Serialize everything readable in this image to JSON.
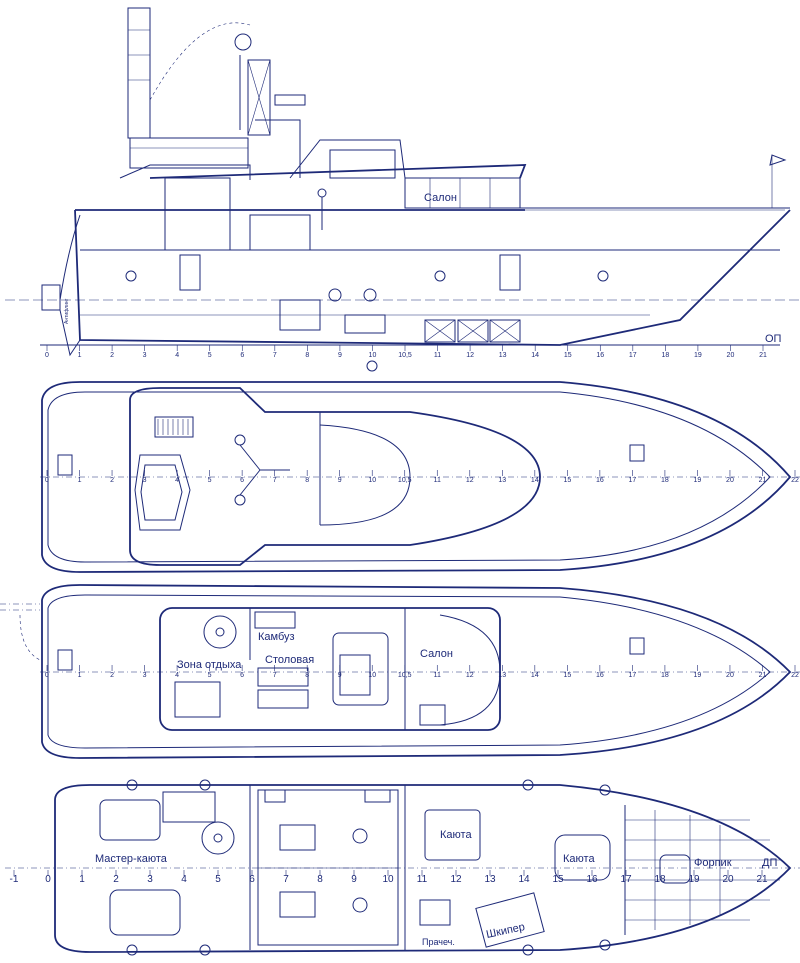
{
  "frames_side": [
    "0",
    "1",
    "2",
    "3",
    "4",
    "5",
    "6",
    "7",
    "8",
    "9",
    "10",
    "10,5",
    "11",
    "12",
    "13",
    "14",
    "15",
    "16",
    "17",
    "18",
    "19",
    "20",
    "21"
  ],
  "frames_plan": [
    "0",
    "1",
    "2",
    "3",
    "4",
    "5",
    "6",
    "7",
    "8",
    "9",
    "10",
    "10,5",
    "11",
    "12",
    "13",
    "14",
    "15",
    "16",
    "17",
    "18",
    "19",
    "20",
    "21",
    "22"
  ],
  "frames_lower": [
    "-1",
    "0",
    "1",
    "2",
    "3",
    "4",
    "5",
    "6",
    "7",
    "8",
    "9",
    "10",
    "11",
    "12",
    "13",
    "14",
    "15",
    "16",
    "17",
    "18",
    "19",
    "20",
    "21"
  ],
  "profile": {
    "salon_label": "Салон",
    "baseline_label": "ОП",
    "plate_label": "Антифлинг"
  },
  "main_deck": {
    "galley": "Камбуз",
    "lounge": "Зона отдыха",
    "dining": "Столовая",
    "salon": "Салон"
  },
  "lower_deck": {
    "master": "Мастер-каюта",
    "cabin1": "Каюта",
    "cabin2": "Каюта",
    "forepeak": "Форпик",
    "skipper": "Шкипер",
    "laundry": "Прачеч.",
    "dp": "ДП"
  },
  "colors": {
    "ink": "#1e2a78",
    "paper": "#ffffff"
  }
}
